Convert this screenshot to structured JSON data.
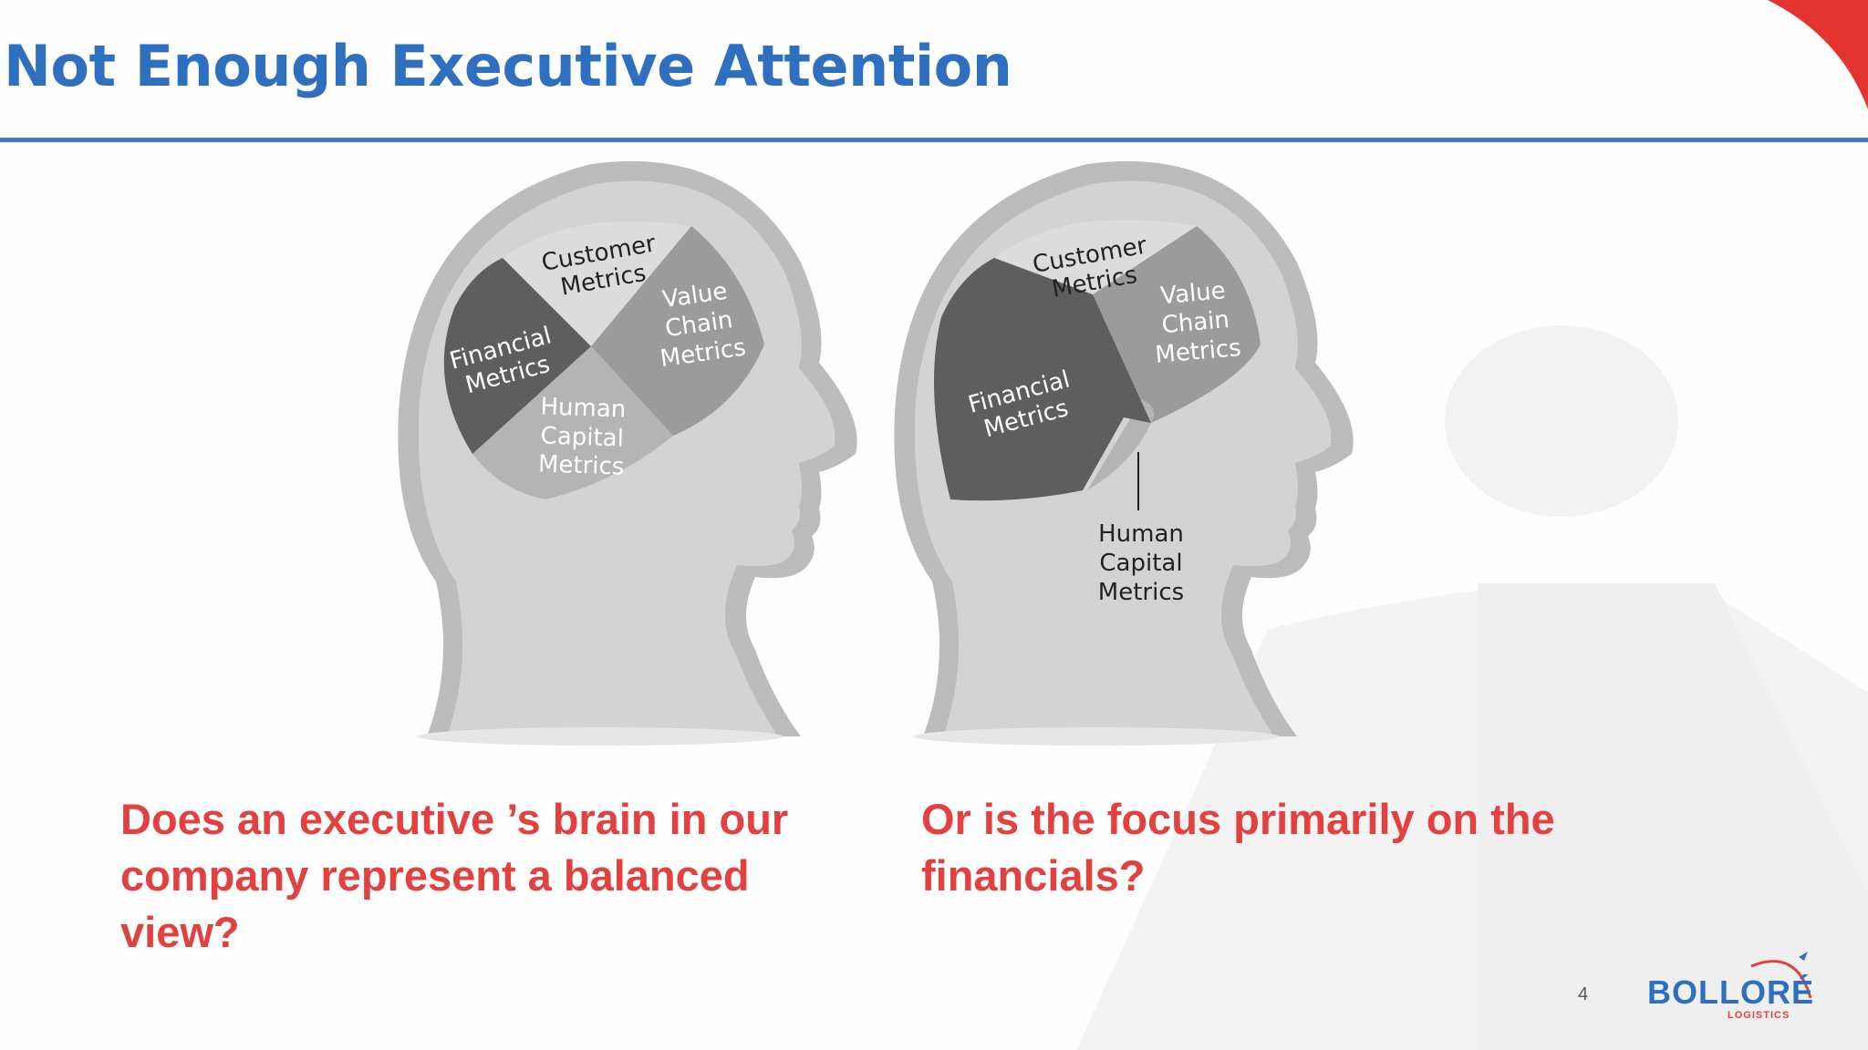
{
  "slide": {
    "title": "Not Enough Executive Attention",
    "page_number": "4"
  },
  "colors": {
    "title_blue": "#2f6fc0",
    "accent_red": "#e34040",
    "rule_blue": "#4574c4"
  },
  "left_head": {
    "customer": [
      "Customer",
      "Metrics"
    ],
    "financial": [
      "Financial",
      "Metrics"
    ],
    "value_chain": [
      "Value",
      "Chain",
      "Metrics"
    ],
    "human_capital": [
      "Human",
      "Capital",
      "Metrics"
    ]
  },
  "right_head": {
    "customer": [
      "Customer",
      "Metrics"
    ],
    "financial": [
      "Financial",
      "Metrics"
    ],
    "value_chain": [
      "Value",
      "Chain",
      "Metrics"
    ],
    "human_capital": [
      "Human",
      "Capital",
      "Metrics"
    ]
  },
  "questions": {
    "left": "Does an executive ’s brain in our company represent a balanced view?",
    "right": "Or is the focus primarily on the financials?"
  },
  "logo": {
    "name": "BOLLORÉ",
    "sub": "LOGISTICS"
  }
}
